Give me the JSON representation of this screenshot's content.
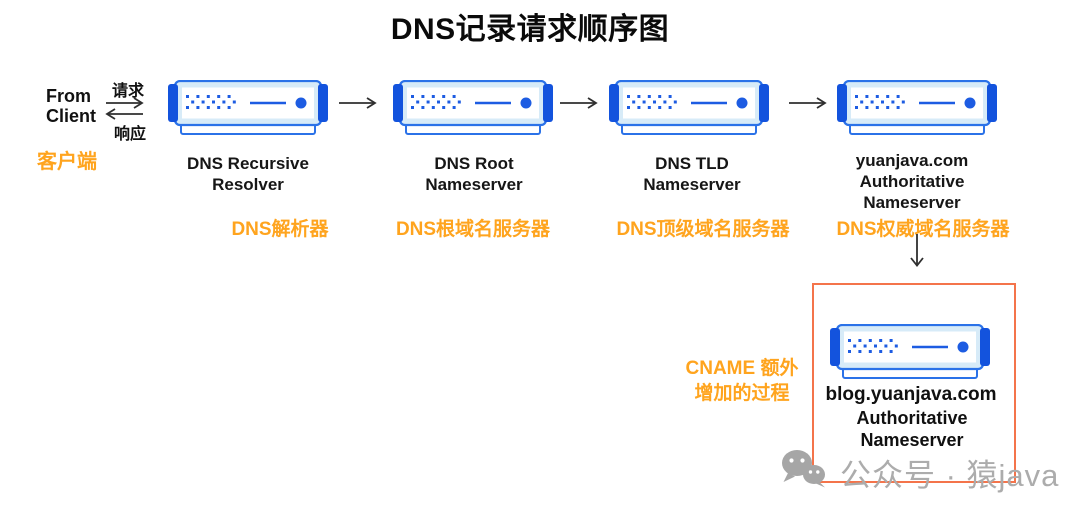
{
  "title": "DNS记录请求顺序图",
  "client": {
    "name_line1": "From",
    "name_line2": "Client",
    "request_label": "请求",
    "response_label": "响应",
    "cn_label": "客户端"
  },
  "servers": [
    {
      "line1": "DNS Recursive",
      "line2": "Resolver",
      "cn_label": "DNS解析器"
    },
    {
      "line1": "DNS Root",
      "line2": "Nameserver",
      "cn_label": "DNS根域名服务器"
    },
    {
      "line1": "DNS TLD",
      "line2": "Nameserver",
      "cn_label": "DNS顶级域名服务器"
    },
    {
      "line1": "yuanjava.com",
      "line2": "Authoritative",
      "line3": "Nameserver",
      "cn_label": "DNS权威域名服务器"
    }
  ],
  "cname": {
    "label_line1": "CNAME 额外",
    "label_line2": "增加的过程",
    "server_line1": "blog.yuanjava.com",
    "server_line2": "Authoritative",
    "server_line3": "Nameserver"
  },
  "watermark": "公众号 · 猿java",
  "colors": {
    "accent_orange": "#FFA41E",
    "server_blue": "#1353DD",
    "server_detail_blue": "#1D5CE2",
    "server_border_blue": "#2B72E8",
    "server_panel_fill": "#D7EBF8",
    "cname_box_border": "#F4744B",
    "watermark_gray": "#ACACAC",
    "arrow_color": "#2F2F2F"
  }
}
